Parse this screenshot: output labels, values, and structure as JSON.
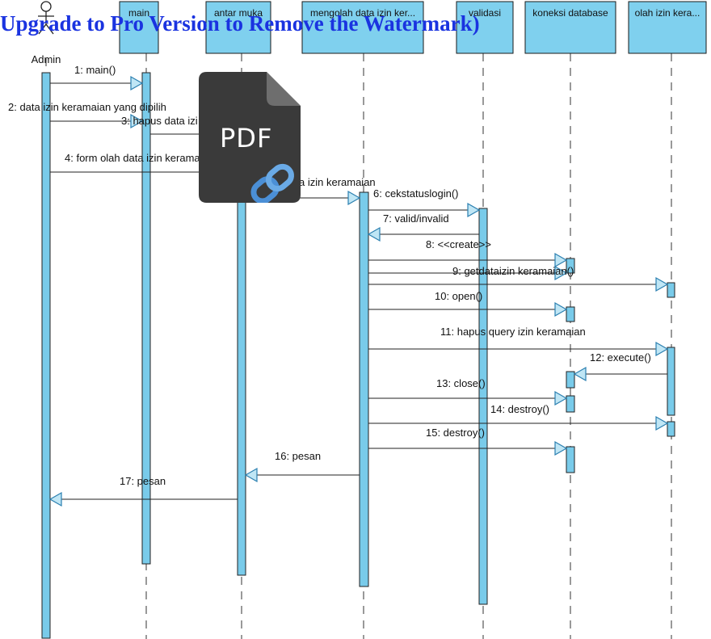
{
  "watermark": "Upgrade to Pro Version to Remove the Watermark)",
  "pdf_icon_label": "PDF",
  "actor": {
    "name": "Admin"
  },
  "lifelines": [
    {
      "id": "main",
      "label": "main"
    },
    {
      "id": "antar",
      "label": "antar muka"
    },
    {
      "id": "mengolah",
      "label": "mengolah data izin ker..."
    },
    {
      "id": "validasi",
      "label": "validasi"
    },
    {
      "id": "koneksi",
      "label": "koneksi database"
    },
    {
      "id": "olah",
      "label": "olah izin kera..."
    }
  ],
  "messages": [
    {
      "label": "1: main()"
    },
    {
      "label": "2: data izin keramaian yang dipilih"
    },
    {
      "label": "3: hapus data izi"
    },
    {
      "label": "4: form olah data izin kerama"
    },
    {
      "label": "a izin keramaian"
    },
    {
      "label": "6: cekstatuslogin()"
    },
    {
      "label": "7: valid/invalid"
    },
    {
      "label": "8: <<create>>"
    },
    {
      "label": "9: getdataizin keramaian()"
    },
    {
      "label": "10: open()"
    },
    {
      "label": "11: hapus query izin keramaian"
    },
    {
      "label": "12: execute()"
    },
    {
      "label": "13: close()"
    },
    {
      "label": "14: destroy()"
    },
    {
      "label": "15: destroy()"
    },
    {
      "label": "16: pesan"
    },
    {
      "label": "17: pesan"
    }
  ]
}
